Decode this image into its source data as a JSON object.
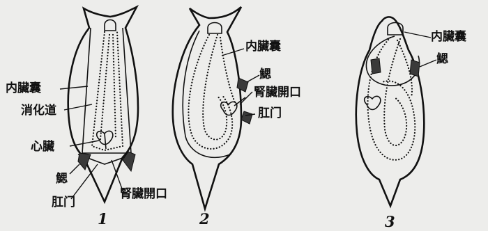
{
  "figures": [
    {
      "number": "1",
      "labels": {
        "visceral_sac": "内臟囊",
        "digestive_tract": "消化道",
        "heart": "心臟",
        "gill": "鰓",
        "anus": "肛门",
        "kidney_opening": "腎臟開口"
      }
    },
    {
      "number": "2",
      "labels": {
        "visceral_sac": "内臟囊",
        "gill": "鰓",
        "kidney_opening": "腎臟開口",
        "anus": "肛门"
      }
    },
    {
      "number": "3",
      "labels": {
        "visceral_sac": "内臟囊",
        "gill": "鰓"
      }
    }
  ]
}
